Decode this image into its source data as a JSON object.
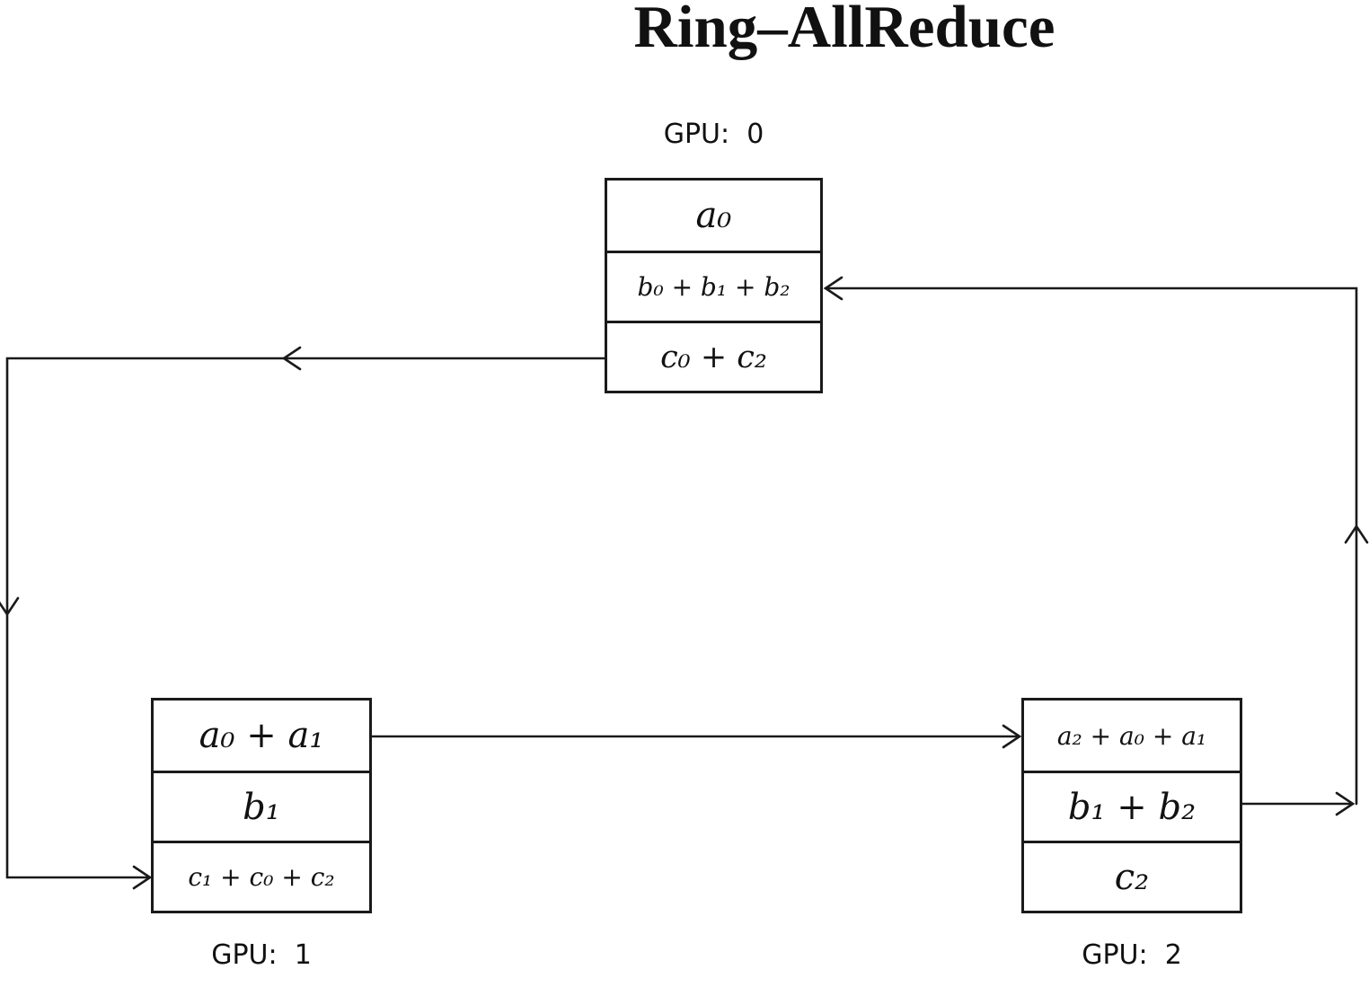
{
  "title": "Ring–AllReduce",
  "colors": {
    "background": "#ffffff",
    "line": "#1a1a1a",
    "text": "#111111"
  },
  "gpus": [
    {
      "label": "GPU:  0",
      "rows": [
        {
          "text": "a₀"
        },
        {
          "text": "b₀ + b₁ + b₂"
        },
        {
          "text": "c₀ + c₂"
        }
      ]
    },
    {
      "label": "GPU:  1",
      "rows": [
        {
          "text": "a₀ + a₁"
        },
        {
          "text": "b₁"
        },
        {
          "text": "c₁ + c₀ + c₂"
        }
      ]
    },
    {
      "label": "GPU:  2",
      "rows": [
        {
          "text": "a₂ + a₀ + a₁"
        },
        {
          "text": "b₁ + b₂"
        },
        {
          "text": "c₂"
        }
      ]
    }
  ],
  "edges": [
    {
      "from": "GPU 0 row c₀+c₂",
      "to": "GPU 1 row c₁+c₀+c₂",
      "path": "left then down"
    },
    {
      "from": "GPU 1 row a₀+a₁",
      "to": "GPU 2 row a₂+a₀+a₁",
      "path": "right"
    },
    {
      "from": "GPU 2 row b₁+b₂",
      "to": "GPU 0 row b₀+b₁+b₂",
      "path": "right then up"
    }
  ]
}
